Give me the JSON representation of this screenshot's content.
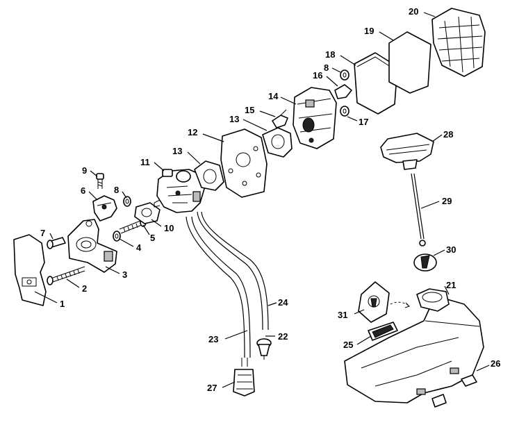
{
  "callouts": [
    {
      "id": "label-1",
      "text": "1"
    },
    {
      "id": "label-2",
      "text": "2"
    },
    {
      "id": "label-3",
      "text": "3"
    },
    {
      "id": "label-4",
      "text": "4"
    },
    {
      "id": "label-5",
      "text": "5"
    },
    {
      "id": "label-6",
      "text": "6"
    },
    {
      "id": "label-7",
      "text": "7"
    },
    {
      "id": "label-8a",
      "text": "8"
    },
    {
      "id": "label-8b",
      "text": "8"
    },
    {
      "id": "label-9",
      "text": "9"
    },
    {
      "id": "label-10",
      "text": "10"
    },
    {
      "id": "label-11",
      "text": "11"
    },
    {
      "id": "label-12",
      "text": "12"
    },
    {
      "id": "label-13a",
      "text": "13"
    },
    {
      "id": "label-13b",
      "text": "13"
    },
    {
      "id": "label-14",
      "text": "14"
    },
    {
      "id": "label-15",
      "text": "15"
    },
    {
      "id": "label-16",
      "text": "16"
    },
    {
      "id": "label-17",
      "text": "17"
    },
    {
      "id": "label-18",
      "text": "18"
    },
    {
      "id": "label-19",
      "text": "19"
    },
    {
      "id": "label-20",
      "text": "20"
    },
    {
      "id": "label-21",
      "text": "21"
    },
    {
      "id": "label-22",
      "text": "22"
    },
    {
      "id": "label-23",
      "text": "23"
    },
    {
      "id": "label-24",
      "text": "24"
    },
    {
      "id": "label-25",
      "text": "25"
    },
    {
      "id": "label-26",
      "text": "26"
    },
    {
      "id": "label-27",
      "text": "27"
    },
    {
      "id": "label-28",
      "text": "28"
    },
    {
      "id": "label-29",
      "text": "29"
    },
    {
      "id": "label-30",
      "text": "30"
    },
    {
      "id": "label-31",
      "text": "31"
    }
  ]
}
